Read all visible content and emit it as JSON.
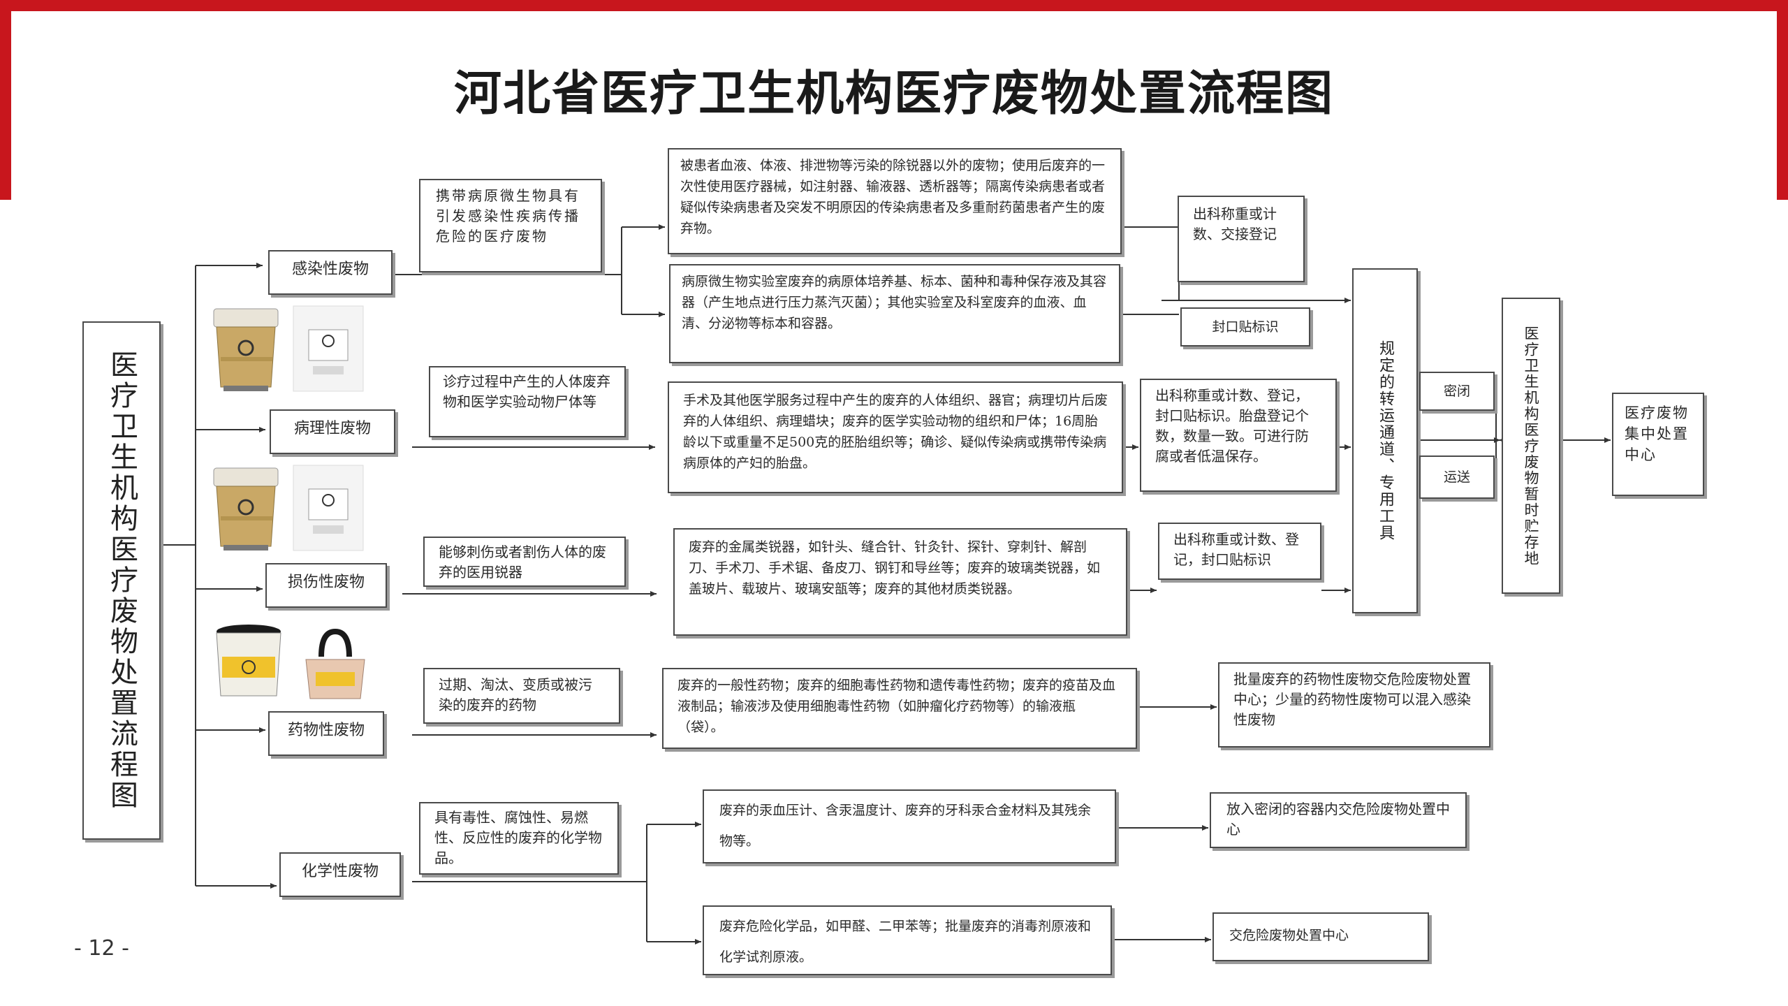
{
  "title": "河北省医疗卫生机构医疗废物处置流程图",
  "page_number": "- 12 -",
  "colors": {
    "frame": "#c8161d",
    "box_border": "#4a4a4a",
    "shadow": "#9a9a9a"
  },
  "left_title": "医疗卫生机构医疗废物处置流程图",
  "categories": [
    {
      "label": "感染性废物"
    },
    {
      "label": "病理性废物"
    },
    {
      "label": "损伤性废物"
    },
    {
      "label": "药物性废物"
    },
    {
      "label": "化学性废物"
    }
  ],
  "descriptions": [
    "携带病原微生物具有引发感染性疾病传播危险的医疗废物",
    "诊疗过程中产生的人体废弃物和医学实验动物尸体等",
    "能够刺伤或者割伤人体的废弃的医用锐器",
    "过期、淘汰、变质或被污染的废弃的药物",
    "具有毒性、腐蚀性、易燃性、反应性的废弃的化学物品。"
  ],
  "details": {
    "infect_1": "被患者血液、体液、排泄物等污染的除锐器以外的废物；使用后废弃的一次性使用医疗器械，如注射器、输液器、透析器等；隔离传染病患者或者疑似传染病患者及突发不明原因的传染病患者及多重耐药菌患者产生的废弃物。",
    "infect_2": "病原微生物实验室废弃的病原体培养基、标本、菌种和毒种保存液及其容器（产生地点进行压力蒸汽灭菌）；其他实验室及科室废弃的血液、血清、分泌物等标本和容器。",
    "patho": "手术及其他医学服务过程中产生的废弃的人体组织、器官；病理切片后废弃的人体组织、病理蜡块；废弃的医学实验动物的组织和尸体；16周胎龄以下或重量不足500克的胚胎组织等；确诊、疑似传染病或携带传染病病原体的产妇的胎盘。",
    "sharp": "废弃的金属类锐器，如针头、缝合针、针灸针、探针、穿刺针、解剖刀、手术刀、手术锯、备皮刀、钢钉和导丝等；废弃的玻璃类锐器，如盖玻片、载玻片、玻璃安瓿等；废弃的其他材质类锐器。",
    "drug": "废弃的一般性药物；废弃的细胞毒性药物和遗传毒性药物；废弃的疫苗及血液制品；输液涉及使用细胞毒性药物（如肿瘤化疗药物等）的输液瓶（袋）。",
    "chem_1": "废弃的汞血压计、含汞温度计、废弃的牙科汞合金材料及其残余物等。",
    "chem_2": "废弃危险化学品，如甲醛、二甲苯等；批量废弃的消毒剂原液和化学试剂原液。"
  },
  "steps": {
    "weigh_1": "出科称重或计数、交接登记",
    "seal_1": "封口贴标识",
    "patho_step": "出科称重或计数、登记，封口贴标识。胎盘登记个数，数量一致。可进行防腐或者低温保存。",
    "sharp_step": "出科称重或计数、登记，封口贴标识",
    "drug_step": "批量废弃的药物性废物交危险废物处置中心；少量的药物性废物可以混入感染性废物",
    "chem_step_1": "放入密闭的容器内交危险废物处置中心",
    "chem_step_2": "交危险废物处置中心"
  },
  "transport": {
    "channel": "规定的转运通道、专用工具",
    "sealed": "密闭",
    "transport": "运送",
    "storage": "医疗卫生机构医疗废物暂时贮存地",
    "center": "医疗废物集中处置中心"
  },
  "icons": [
    "biohazard-bin-icon",
    "biohazard-bag-icon",
    "sharps-container-icon",
    "sharps-box-icon"
  ]
}
